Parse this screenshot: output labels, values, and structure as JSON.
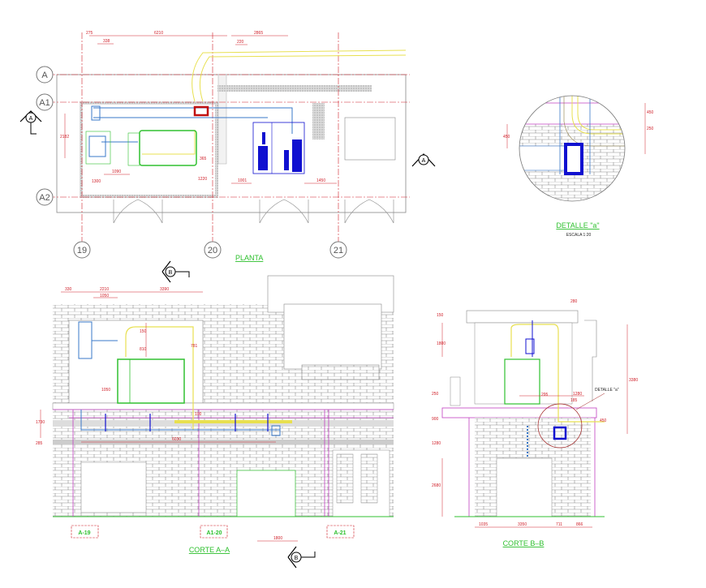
{
  "plan": {
    "title": "PLANTA",
    "grid_rows": [
      "A",
      "A1",
      "A2"
    ],
    "grid_cols": [
      "19",
      "20",
      "21"
    ],
    "section_marker": "A",
    "dimensions": [
      "275",
      "6210",
      "2865",
      "338",
      "220",
      "2182",
      "1090",
      "1300",
      "1001",
      "1450",
      "1220",
      "365"
    ]
  },
  "detail": {
    "title": "DETALLE \"a\"",
    "scale": "ESCALA 1:20",
    "dimensions": [
      "450",
      "450",
      "250"
    ]
  },
  "section_aa": {
    "title": "CORTE A–A",
    "section_marker": "B",
    "axis_tags": [
      "A-19",
      "A1-20",
      "A-21"
    ],
    "dimensions": [
      "330",
      "2210",
      "3390",
      "1050",
      "1050",
      "150",
      "810",
      "781",
      "1730",
      "285",
      "6030",
      "1800",
      "100"
    ]
  },
  "section_bb": {
    "title": "CORTE B–B",
    "callout": "DETALLE \"a\"",
    "dimensions": [
      "150",
      "1800",
      "280",
      "3380",
      "295",
      "1280",
      "185",
      "450",
      "1035",
      "3350",
      "711",
      "866",
      "2680",
      "250",
      "900",
      "1280"
    ]
  },
  "colors": {
    "dimension": "#d0202a",
    "title": "#2ec02e",
    "duct_blue": "#3a78c8",
    "equipment_blue": "#1010d0",
    "pipe_yellow": "#e8e050",
    "equipment_green": "#30c030",
    "gridline_magenta": "#c040c0",
    "line_gray": "#888888"
  }
}
